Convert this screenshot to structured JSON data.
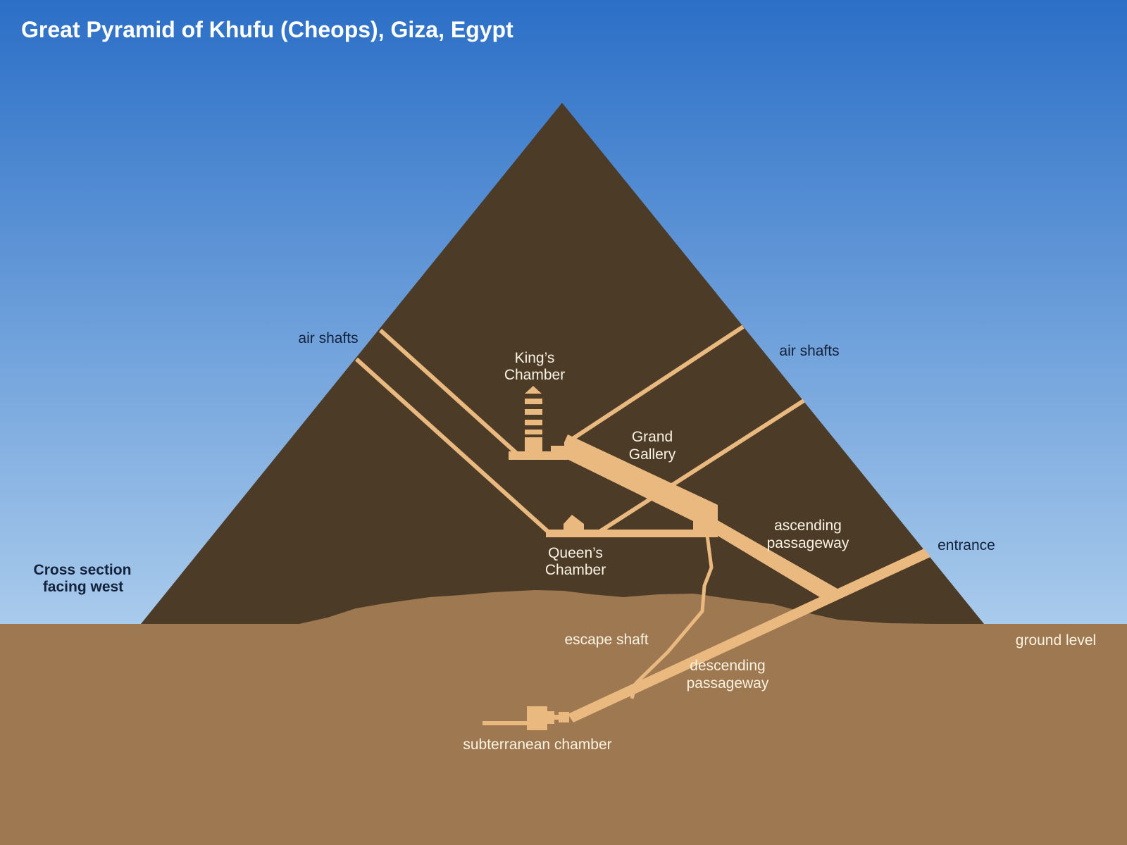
{
  "title": "Great Pyramid of Khufu (Cheops), Giza, Egypt",
  "caption": [
    "Cross section",
    "facing west"
  ],
  "labels": {
    "air_shafts_left": "air shafts",
    "air_shafts_right": "air shafts",
    "kings_chamber": [
      "King’s",
      "Chamber"
    ],
    "grand_gallery": [
      "Grand",
      "Gallery"
    ],
    "queens_chamber": [
      "Queen’s",
      "Chamber"
    ],
    "ascending_passageway": [
      "ascending",
      "passageway"
    ],
    "descending_passageway": [
      "descending",
      "passageway"
    ],
    "entrance": "entrance",
    "escape_shaft": "escape shaft",
    "ground_level": "ground level",
    "subterranean_chamber": "subterranean chamber"
  },
  "colors": {
    "sky_top": "#2b6fc7",
    "sky_bottom": "#a9cbec",
    "pyramid": "#4c3b27",
    "ground": "#9e7850",
    "passage": "#e9b97f",
    "label_light": "#faf3e2",
    "label_dark": "#13213a",
    "title_color": "#ffffff"
  }
}
